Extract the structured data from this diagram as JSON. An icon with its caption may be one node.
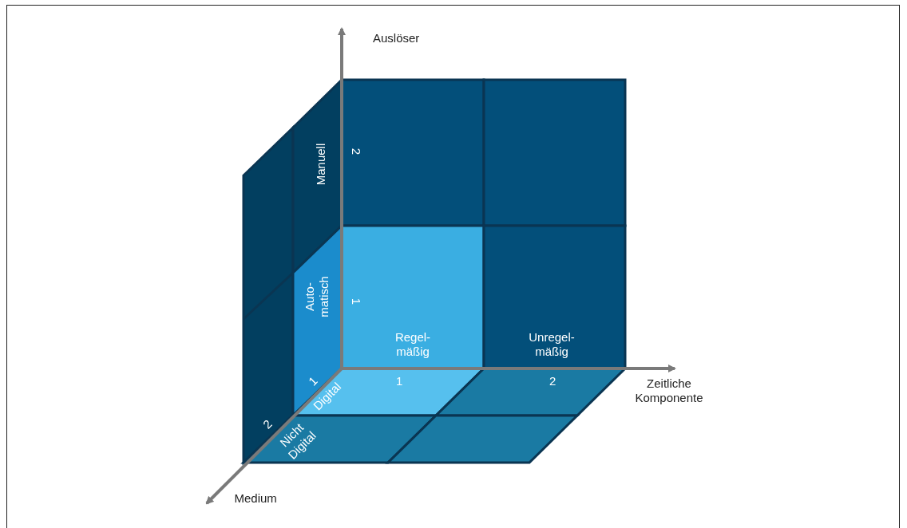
{
  "diagram": {
    "labels": [
      "Auslöser",
      "Manuell",
      "2",
      "Auto- matisch",
      "1",
      "Regel- mäßig",
      "Unregel- mäßig",
      "1",
      "Digital",
      "1",
      "2",
      "Zeitliche Komponente",
      "2",
      "Nicht Digital",
      "Medium"
    ]
  }
}
